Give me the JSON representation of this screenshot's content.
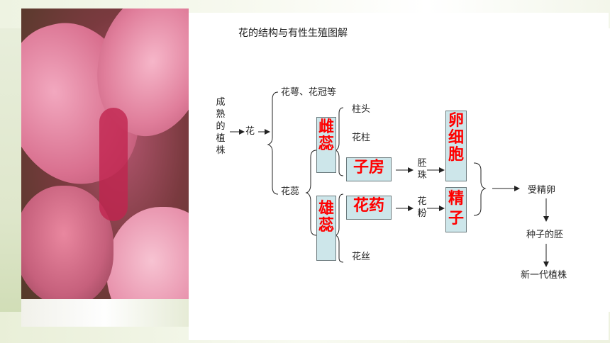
{
  "diagram": {
    "title": "花的结构与有性生殖图解",
    "plant_label": "成熟的植株",
    "flower": "花",
    "sepal_corolla": "花萼、花冠等",
    "stamen_pistil": "花蕊",
    "pistil": "雌蕊",
    "stamen": "雄蕊",
    "stigma": "柱头",
    "style": "花柱",
    "ovary": "子房",
    "anther": "花药",
    "filament": "花丝",
    "ovule": "胚珠",
    "pollen": "花粉",
    "egg": "卵细胞",
    "sperm": "精子",
    "fertilized_egg": "受精卵",
    "seed_embryo": "种子的胚",
    "new_plant": "新一代植株"
  },
  "colors": {
    "highlight_fill": "#cde6ea",
    "highlight_text": "#ff0000"
  }
}
